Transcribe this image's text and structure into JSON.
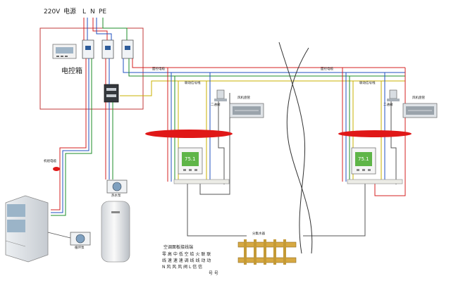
{
  "power_header": {
    "voltage": "220V",
    "source": "电源",
    "line_labels": [
      "L",
      "N",
      "PE"
    ]
  },
  "control_box": {
    "label": "电控箱"
  },
  "cable_labels": {
    "main_cable": "机组电缆",
    "center_line_1": "面控电缆",
    "center_line_2": "面控电缆",
    "zone_1_signal": "联动信号线",
    "zone_2_signal": "联动信号线"
  },
  "zone_units": [
    {
      "fan_coil_label": "风机盘管",
      "valve_label": "二通阀",
      "thermostat_display": "75.1"
    },
    {
      "fan_coil_label": "风机盘管",
      "valve_label": "二通阀",
      "thermostat_display": "75.1"
    }
  ],
  "water_pump_label": "热水泵",
  "circulation_pump_label": "循环泵",
  "manifold_label": "分集水器",
  "wiring_legend": {
    "title": "空调面板接线端",
    "rows": [
      "零 高 中 低 空 给 火 联 联",
      "线 速 速 速 调 线 线 动 动",
      "N 风 风 风 阀 L 信 信",
      "号 号"
    ]
  },
  "colors": {
    "line": "#d42020",
    "neutral": "#2050c0",
    "pe": "#1e8c2a",
    "signal": "#c9b000",
    "ellipse": "#e01818"
  }
}
